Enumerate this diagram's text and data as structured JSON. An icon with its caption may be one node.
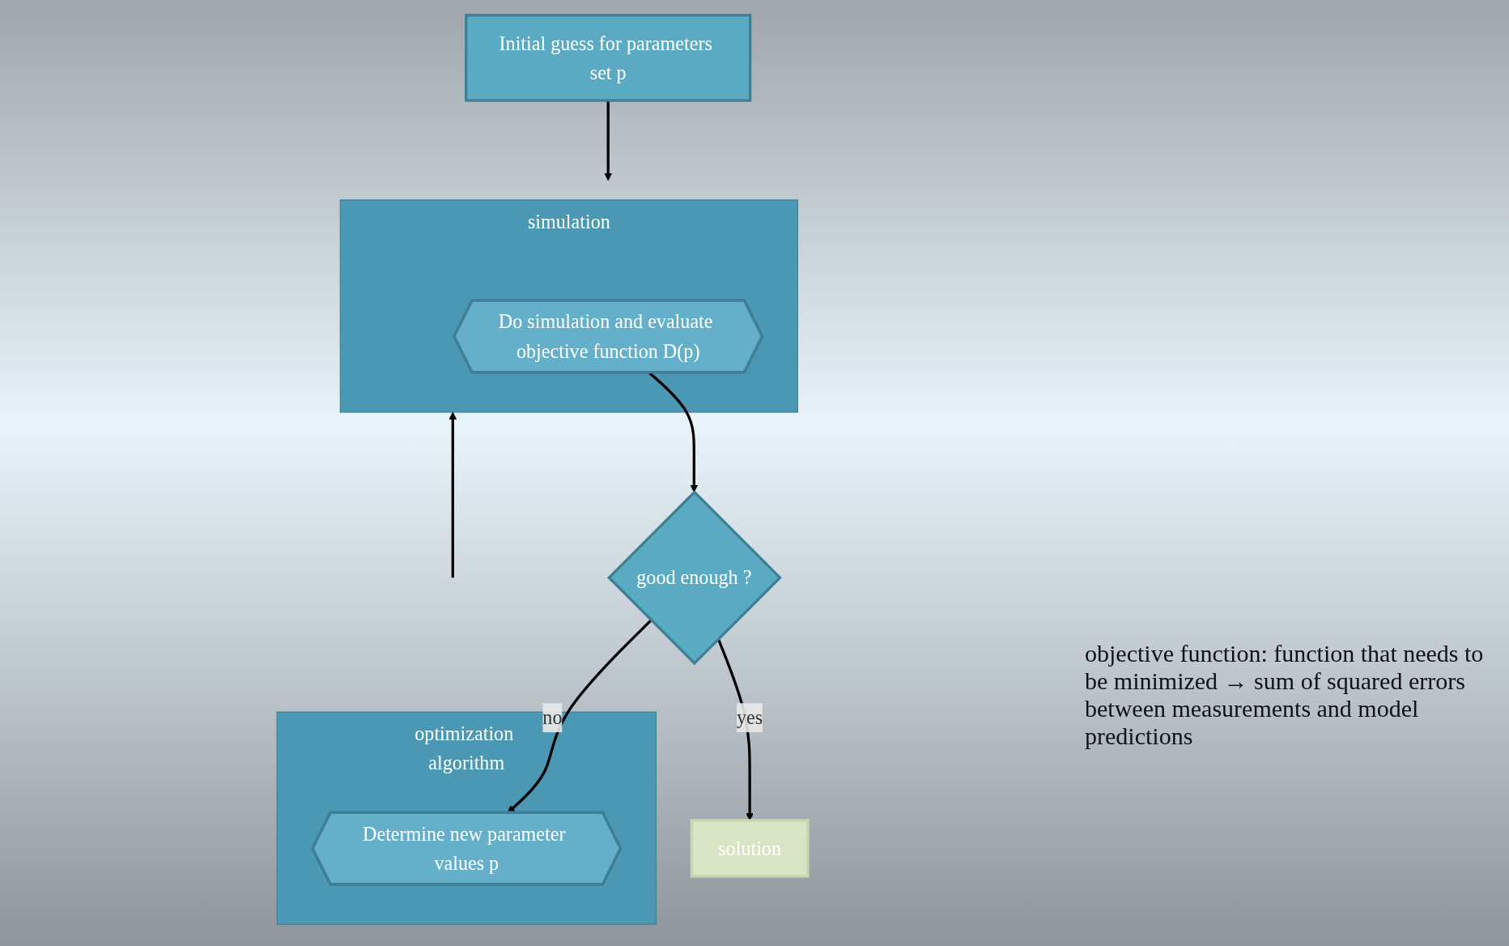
{
  "diagram": {
    "nodes": [
      {
        "text": [
          "Initial guess for parameters set p"
        ]
      },
      {
        "text": [
          "optimization algorithm"
        ]
      },
      {
        "text": [
          "Determine new parameter values p"
        ],
        "in": 1
      },
      {
        "text": [
          "simulation"
        ]
      },
      {
        "text": [
          "Do simulation and evaluate objective function D(p)"
        ],
        "in": 3
      },
      {
        "text": [
          "good enough ?"
        ]
      },
      {
        "text": [
          "solution"
        ]
      }
    ],
    "edges": [
      {
        "from": 0,
        "to": 3,
        "arrow": "to"
      },
      {
        "from": 1,
        "to": 3,
        "arrow": "to"
      },
      {
        "from": 4,
        "to": 5,
        "arrow": "to"
      },
      {
        "from": 5,
        "to": 2,
        "label": "no",
        "arrow": "to"
      },
      {
        "from": 5,
        "to": 6,
        "label": "yes",
        "arrow": "to"
      }
    ],
    "labels": [
      "objective function: function that needs to be minimized → sum of squared errors between measurements and model predictions"
    ]
  }
}
